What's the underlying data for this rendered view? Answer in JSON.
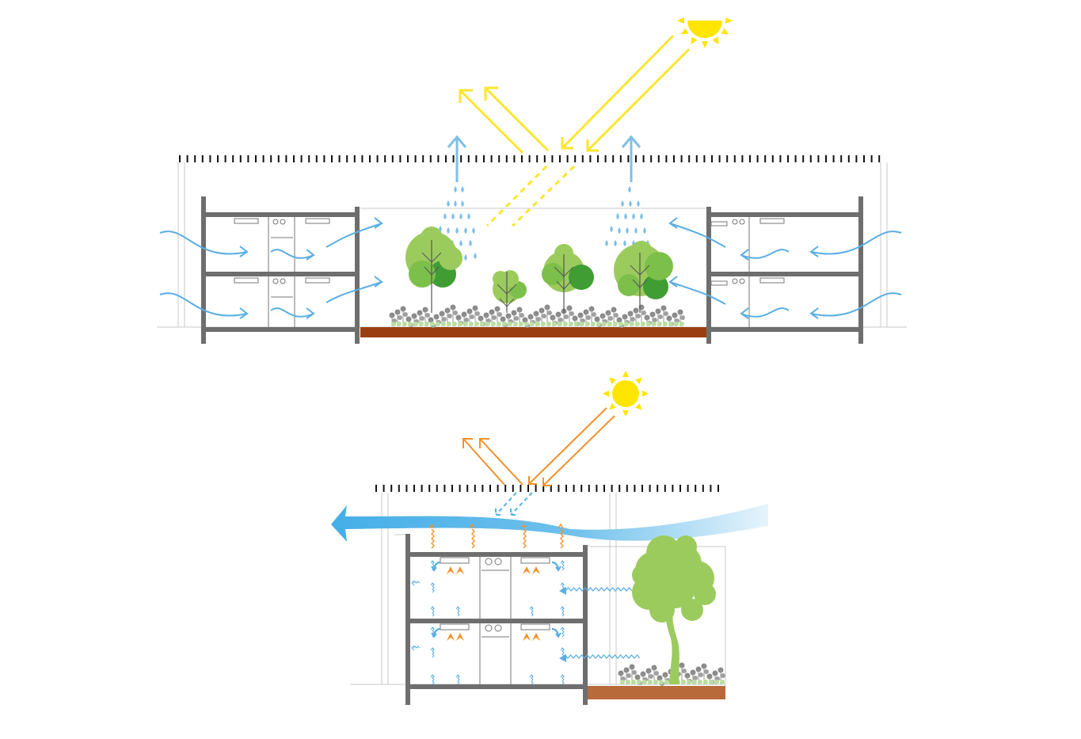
{
  "diagrams": [
    {
      "id": "section-courtyard",
      "elements": [
        "sun-icon",
        "sun-rays",
        "reflected-rays",
        "transmitted-rays",
        "louver-roof",
        "rain-drops",
        "evaporation-arrows",
        "wind-arrows",
        "trees",
        "shrubs",
        "soil-planter",
        "building-left",
        "building-right"
      ]
    },
    {
      "id": "section-single-block",
      "elements": [
        "sun-icon",
        "sun-rays",
        "reflected-rays",
        "transmitted-rays",
        "louver-roof",
        "airflow-stream",
        "heat-release",
        "warm-air-arrows",
        "cool-air-arrows",
        "tree",
        "soil-planter",
        "building"
      ]
    }
  ],
  "colors": {
    "sun": "#ffe500",
    "sun_rays_top": "#fbe62e",
    "sun_rays_bottom": "#f0922a",
    "air": "#5aaee3",
    "air_stream": "#4fb3e8",
    "tree_light": "#9ccb5d",
    "tree_mid": "#7cbf4b",
    "tree_dark": "#3f9d34",
    "soil_top": "#9a3e12",
    "soil_bottom": "#b86a3a",
    "structure": "#6e6e6e",
    "heat": "#f0922a"
  }
}
